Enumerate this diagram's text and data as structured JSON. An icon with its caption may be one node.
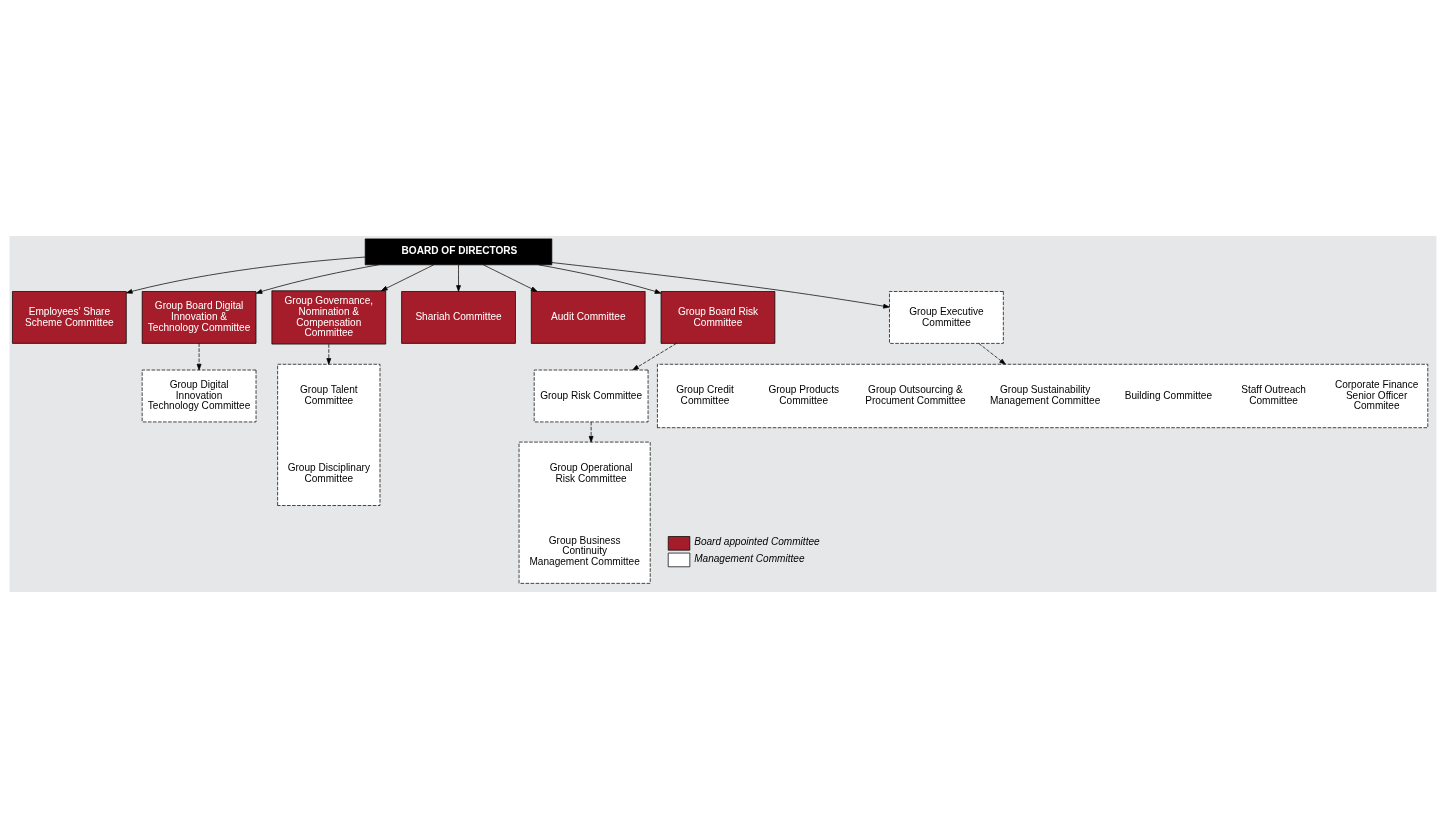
{
  "diagram": {
    "nodes": [
      {
        "text": [
          "BOARD OF DIRECTORS"
        ]
      },
      {
        "text": [
          "Employees’ Share Scheme Committee"
        ]
      },
      {
        "text": [
          "Group Board Digital Innovation & Technology Committee"
        ]
      },
      {
        "text": [
          "Group Governance, Nomination & Compensation Committee"
        ]
      },
      {
        "text": [
          "Shariah Committee"
        ]
      },
      {
        "text": [
          "Audit Committee"
        ]
      },
      {
        "text": [
          "Group Board Risk Committee"
        ]
      },
      {
        "text": [
          "Group Digital Innovation Technology Committee"
        ]
      },
      {
        "text": [],
        "shape": "box"
      },
      {
        "text": [
          "Group Talent Committee"
        ],
        "in": 8
      },
      {
        "text": [
          "Group Disciplinary Committee"
        ],
        "in": 8
      },
      {
        "text": [
          "Group Executive Committee"
        ]
      },
      {
        "text": [
          "Group Risk Committee"
        ]
      },
      {
        "text": [],
        "shape": "box"
      },
      {
        "text": [
          "Group Credit Committee"
        ],
        "in": 13
      },
      {
        "text": [
          "Group Products Committee"
        ],
        "in": 13
      },
      {
        "text": [
          "Group Outsourcing & Procument Committee"
        ],
        "in": 13
      },
      {
        "text": [
          "Group Sustainability Management Committee"
        ],
        "in": 13
      },
      {
        "text": [
          "Building Committee"
        ],
        "in": 13
      },
      {
        "text": [
          "Staff Outreach Committee"
        ],
        "in": 13
      },
      {
        "text": [
          "Corporate Finance Senior Officer Commitee"
        ],
        "in": 13
      },
      {
        "text": [],
        "shape": "box"
      },
      {
        "text": [
          "Group Operational Risk Committee"
        ],
        "in": 21
      },
      {
        "text": [
          "Group Business Continuity Management Committee"
        ],
        "in": 21
      }
    ],
    "edges": [
      {
        "from": 0,
        "to": 1,
        "arrow": "to"
      },
      {
        "from": 0,
        "to": 2,
        "arrow": "to"
      },
      {
        "from": 0,
        "to": 3,
        "arrow": "to"
      },
      {
        "from": 0,
        "to": 4,
        "arrow": "to"
      },
      {
        "from": 0,
        "to": 5,
        "arrow": "to"
      },
      {
        "from": 0,
        "to": 6,
        "arrow": "to"
      },
      {
        "from": 0,
        "to": 11,
        "arrow": "to"
      },
      {
        "from": 2,
        "to": 7,
        "arrow": "to",
        "style": "dashed"
      },
      {
        "from": 3,
        "to": 8,
        "arrow": "to",
        "style": "dashed"
      },
      {
        "from": 6,
        "to": 12,
        "arrow": "to",
        "style": "dashed"
      },
      {
        "from": 11,
        "to": 13,
        "arrow": "to",
        "style": "dashed"
      },
      {
        "from": 12,
        "to": 21,
        "arrow": "to",
        "style": "dashed"
      }
    ],
    "legend": [
      {
        "text": "Board appointed Committee",
        "color": "#a51d2a"
      },
      {
        "text": "Management Committee",
        "color": "#ffffff"
      }
    ]
  }
}
